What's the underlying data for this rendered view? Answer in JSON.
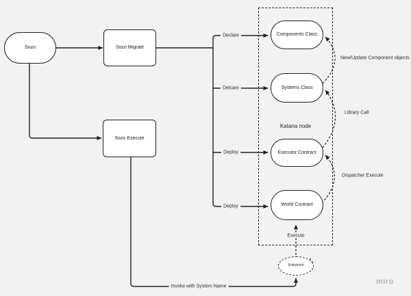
{
  "colors": {
    "canvas_bg": "#f2f2f3",
    "stroke": "#1f1f1f",
    "node_fill": "#ffffff",
    "text": "#1c1c1c",
    "watermark": "#b4b4bc"
  },
  "watermark": "miro",
  "nodes": {
    "sozo": {
      "label": "Sozo"
    },
    "sozo_migrate": {
      "label": "Sozo Migrate"
    },
    "sozo_execute": {
      "label": "Sozo Execute"
    },
    "components_class": {
      "label": "Components Class"
    },
    "systems_class": {
      "label": "Systems Class"
    },
    "executor_contract": {
      "label": "Executor Contract"
    },
    "world_contract": {
      "label": "World Contract"
    },
    "entrypoint": {
      "label": "Entrypoint"
    },
    "katana": {
      "label": "Katana node"
    }
  },
  "edges": {
    "declare": "Declare",
    "delcare": "Delcare",
    "deploy_executor": "Deploy",
    "deploy_world": "Deploy",
    "execute": "Execute",
    "invoke": "Invoke with System Name",
    "new_update": "New/Update Component objects",
    "library_call": "Library Call",
    "dispatcher_execute": "Dispatcher Execute"
  }
}
